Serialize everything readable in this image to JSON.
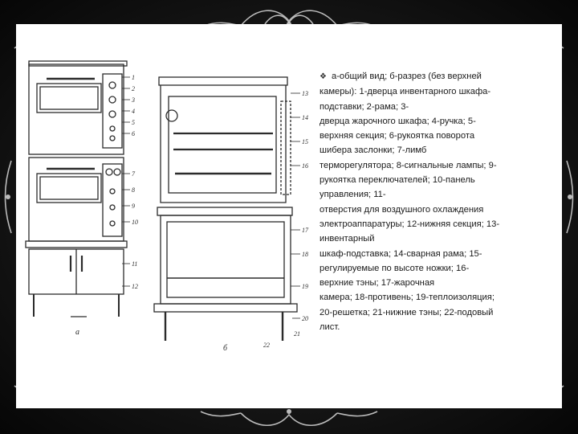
{
  "caption": {
    "bullet_icon": "diamond-bullet-icon",
    "lines": [
      "а-общий вид; б-разрез (без верхней",
      "камеры): 1-дверца инвентарного шкафа-",
      "подставки; 2-рама; 3-",
      "дверца жарочного шкафа; 4-ручка; 5-",
      "верхняя секция; 6-рукоятка поворота",
      "шибера заслонки; 7-лимб",
      "терморегулятора; 8-сигнальные лампы; 9-",
      "рукоятка переключателей; 10-панель",
      "управления; 11-",
      "отверстия для воздушного охлаждения",
      "электроаппаратуры; 12-нижняя секция; 13-",
      "инвентарный",
      "шкаф-подставка; 14-сварная рама; 15-",
      "регулируемые по высоте ножки; 16-",
      "верхние тэны; 17-жарочная",
      "камера; 18-противень; 19-теплоизоляция;",
      "20-решетка; 21-нижние тэны; 22-подовый",
      "лист."
    ]
  },
  "figure": {
    "labels": [
      "а",
      "б"
    ],
    "callouts_left": [
      "1",
      "2",
      "3",
      "4",
      "5",
      "6",
      "7",
      "8",
      "9",
      "10",
      "11",
      "12"
    ],
    "callouts_right": [
      "13",
      "14",
      "15",
      "16",
      "17",
      "18",
      "19",
      "20",
      "21",
      "22"
    ]
  },
  "colors": {
    "background": "#0e0e0e",
    "slide": "#ffffff",
    "text": "#1a1a1a",
    "ink": "#2b2b2b"
  }
}
